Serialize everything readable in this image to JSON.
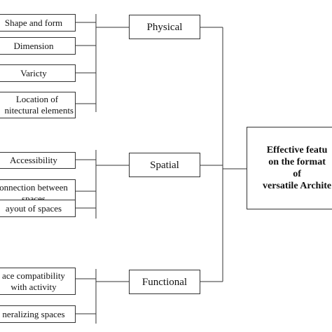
{
  "diagram": {
    "effective_features": [
      "Effective featu",
      "on the format",
      "of",
      "versatile Archite"
    ],
    "categories": {
      "physical": "Physical",
      "spatial": "Spatial",
      "functional": "Functional"
    },
    "physical_items": {
      "shape_and_form": [
        "Shape and form"
      ],
      "dimension": [
        "Dimension"
      ],
      "variety": [
        "Varicty"
      ],
      "location": [
        "Location of",
        "nitectural elements"
      ]
    },
    "spatial_items": {
      "accessibility": [
        "Accessibility"
      ],
      "connection": [
        "onnection between",
        "spaces"
      ],
      "layout": [
        "ayout of spaces"
      ]
    },
    "functional_items": {
      "compatibility": [
        "ace compatibility",
        "with activity"
      ],
      "generalizing": [
        "neralizing spaces"
      ]
    }
  }
}
